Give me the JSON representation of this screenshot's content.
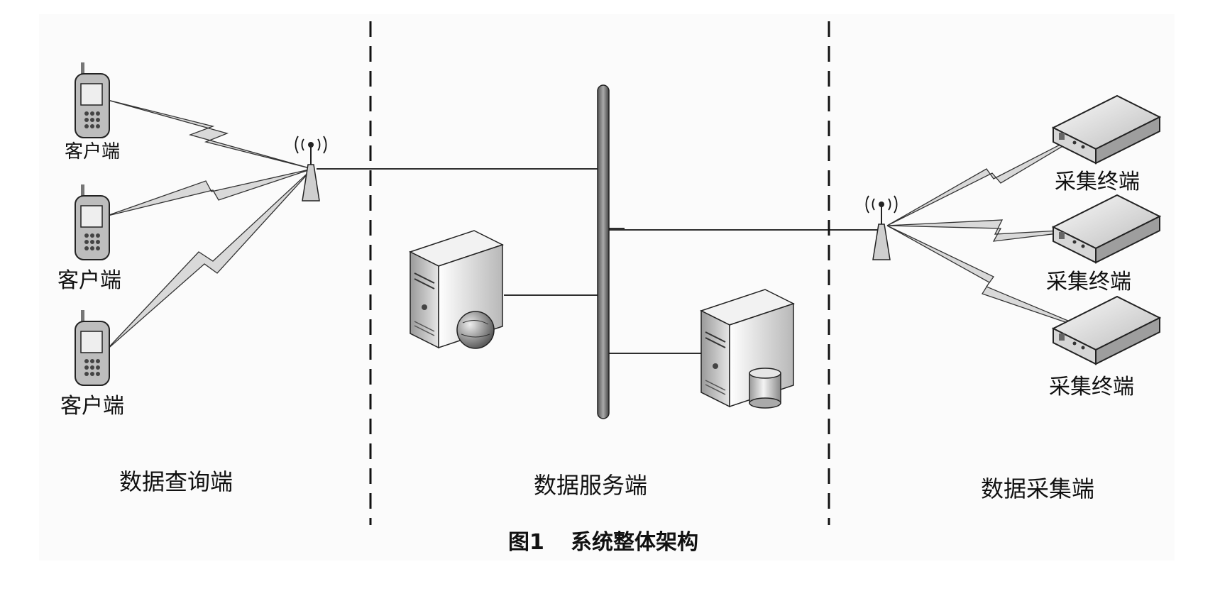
{
  "zones": {
    "query": "数据查询端",
    "service": "数据服务端",
    "collect": "数据采集端"
  },
  "clients": [
    "客户端",
    "客户端",
    "客户端"
  ],
  "terminals": [
    "采集终端",
    "采集终端",
    "采集终端"
  ],
  "caption": {
    "number": "图1",
    "title": "系统整体架构"
  },
  "icons": {
    "phone": "mobile-phone-icon",
    "antenna": "wireless-antenna-icon",
    "bus": "network-backbone-icon",
    "web_server": "web-server-icon",
    "db_server": "database-server-icon",
    "terminal": "collection-terminal-icon"
  }
}
